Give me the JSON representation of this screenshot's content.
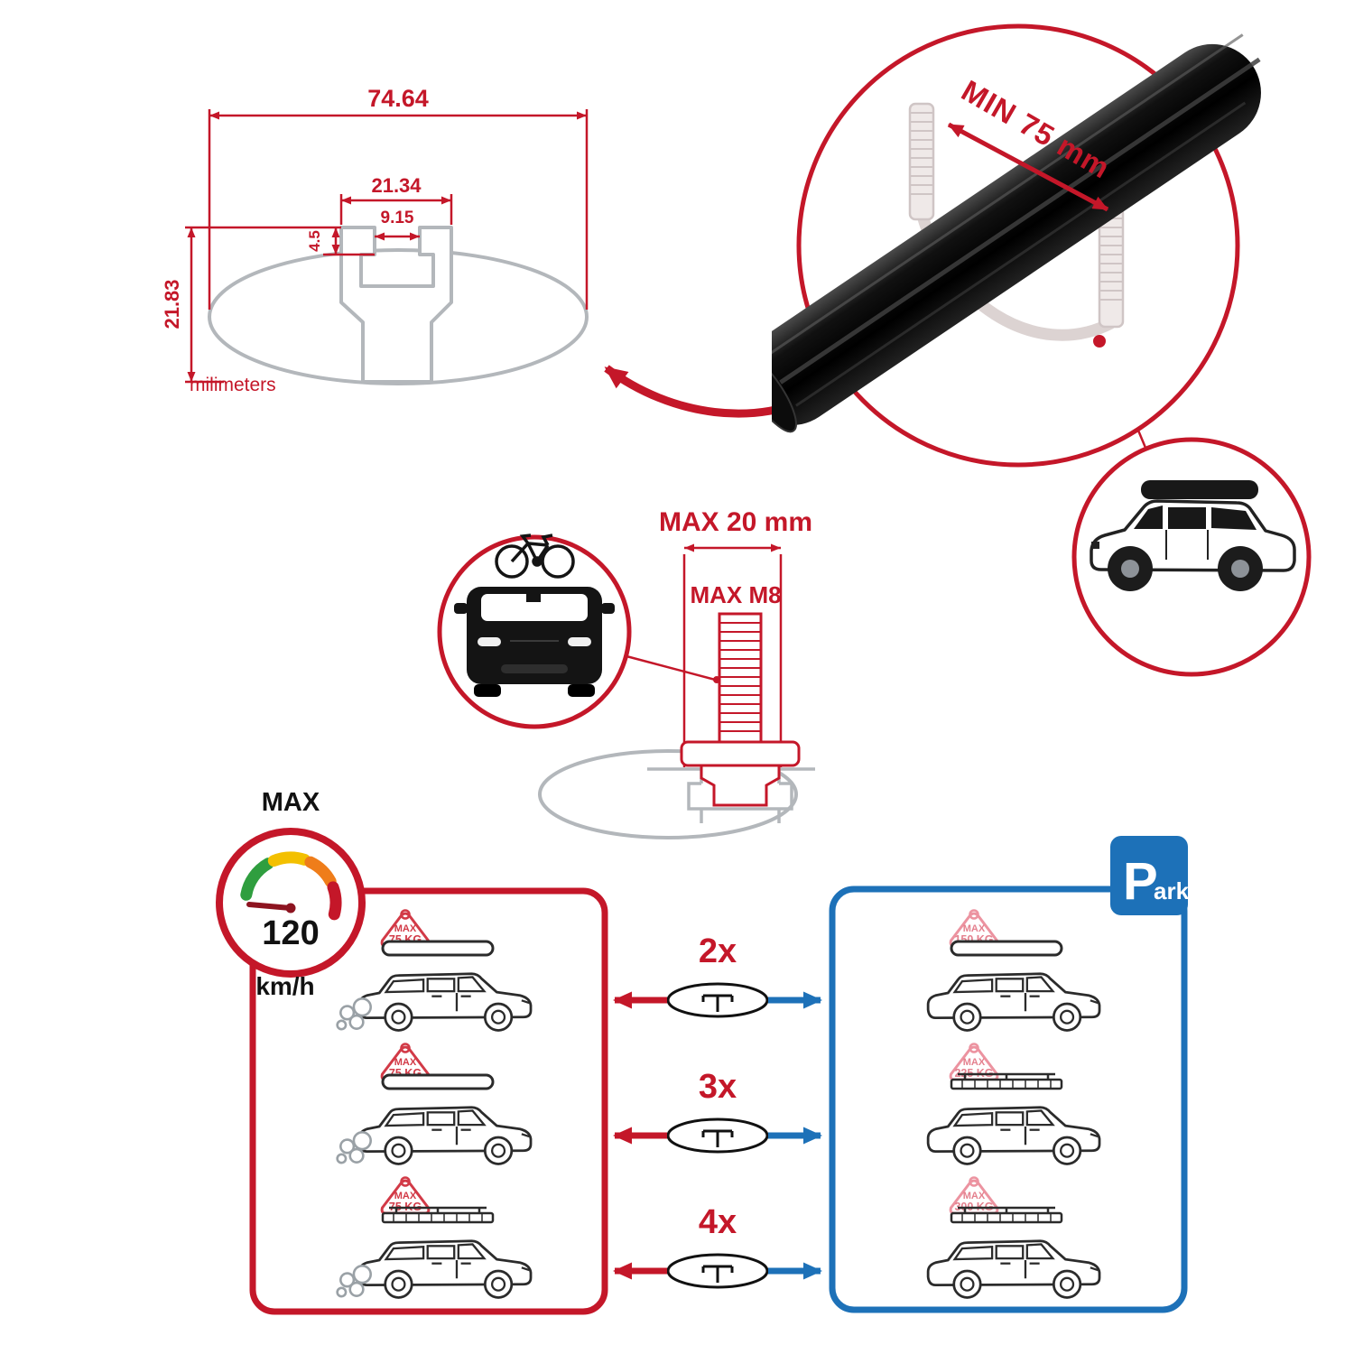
{
  "colors": {
    "red": "#c41729",
    "blue": "#1d71b8",
    "gray": "#b3b7bb",
    "black": "#111111"
  },
  "tech_drawing": {
    "total_width": "74.64",
    "channel_outer_width": "21.34",
    "channel_opening_width": "9.15",
    "lip_depth": "4.5",
    "total_height": "21.83",
    "units_label": "milimeters"
  },
  "crossbar_detail": {
    "min_clamp_span": "MIN 75 mm"
  },
  "tbolt": {
    "max_head_width": "MAX 20 mm",
    "max_thread_size": "MAX M8"
  },
  "speed_limit": {
    "label": "MAX",
    "value": "120",
    "units": "km/h"
  },
  "quantity_options": [
    {
      "label": "2x"
    },
    {
      "label": "3x"
    },
    {
      "label": "4x"
    }
  ],
  "driving_panel": {
    "cars": [
      {
        "badge_title": "MAX",
        "badge_load": "75 KG"
      },
      {
        "badge_title": "MAX",
        "badge_load": "75 KG"
      },
      {
        "badge_title": "MAX",
        "badge_load": "75 KG"
      }
    ]
  },
  "parking_panel": {
    "sign_letter": "P",
    "sign_suffix": "ark",
    "cars": [
      {
        "badge_title": "MAX",
        "badge_load": "150 KG"
      },
      {
        "badge_title": "MAX",
        "badge_load": "225 KG"
      },
      {
        "badge_title": "MAX",
        "badge_load": "300 KG"
      }
    ]
  }
}
